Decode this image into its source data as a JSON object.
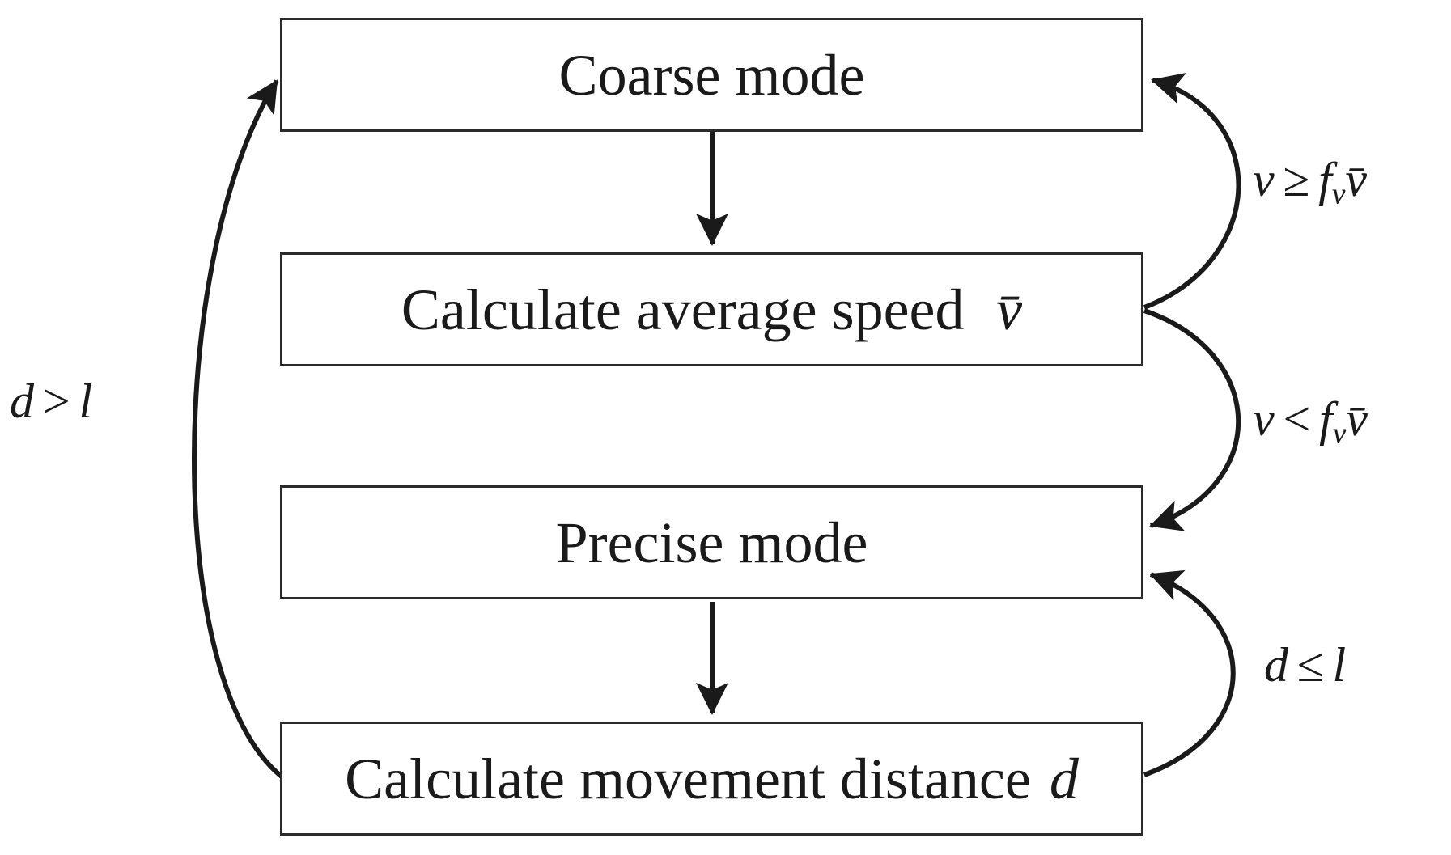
{
  "diagram": {
    "type": "flowchart",
    "background": "#ffffff",
    "ink_color": "#1a1a1a",
    "node_border_color": "#2b2b2b",
    "nodes": {
      "coarse": {
        "label": "Coarse mode"
      },
      "average": {
        "label": "Calculate average speed",
        "symbol": "v̄"
      },
      "precise": {
        "label": "Precise mode"
      },
      "distance": {
        "label": "Calculate movement distance",
        "symbol": "d"
      }
    },
    "edges": [
      {
        "from": "Coarse mode",
        "to": "Calculate average speed v̄",
        "condition": ""
      },
      {
        "from": "Calculate average speed v̄",
        "to": "Coarse mode",
        "condition": "v ≥ fv v̄"
      },
      {
        "from": "Calculate average speed v̄",
        "to": "Precise mode",
        "condition": "v < fv v̄"
      },
      {
        "from": "Precise mode",
        "to": "Calculate movement distance d",
        "condition": ""
      },
      {
        "from": "Calculate movement distance d",
        "to": "Precise mode",
        "condition": "d ≤ l"
      },
      {
        "from": "Calculate movement distance d",
        "to": "Coarse mode",
        "condition": "d > l"
      }
    ],
    "edge_labels": {
      "avg_to_coarse": {
        "lhs": "v",
        "op": "≥",
        "coef": "f",
        "coef_sub": "v",
        "rhs": "v̄"
      },
      "avg_to_precise": {
        "lhs": "v",
        "op": "<",
        "coef": "f",
        "coef_sub": "v",
        "rhs": "v̄"
      },
      "dist_to_precise": {
        "lhs": "d",
        "op": "≤",
        "rhs": "l"
      },
      "dist_to_coarse": {
        "lhs": "d",
        "op": ">",
        "rhs": "l"
      }
    }
  }
}
